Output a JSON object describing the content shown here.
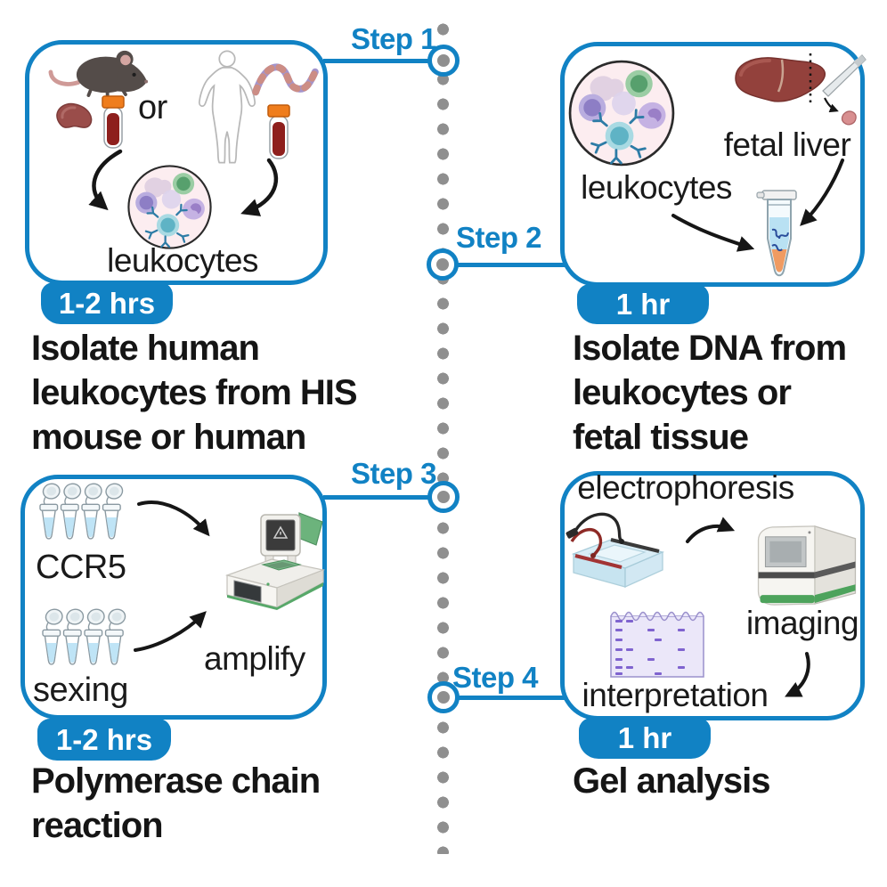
{
  "colors": {
    "accent": "#1182c4",
    "timeline_dot": "#8f8f8f",
    "title_text": "#151515"
  },
  "steps": [
    {
      "label": "Step 1",
      "duration": "1-2 hrs",
      "title_lines": [
        "Isolate human",
        "leukocytes from HIS",
        "mouse or human"
      ],
      "labels": {
        "or": "or",
        "leukocytes": "leukocytes"
      },
      "icons": [
        "mouse-icon",
        "spleen-icon",
        "blood-tube-icon",
        "human-silhouette-icon",
        "dna-strand-icon",
        "blood-tube-icon",
        "curved-arrow-icon",
        "curved-arrow-icon",
        "leukocytes-circle-icon"
      ]
    },
    {
      "label": "Step 2",
      "duration": "1 hr",
      "title_lines": [
        "Isolate DNA from",
        "leukocytes or",
        "fetal tissue"
      ],
      "labels": {
        "leukocytes": "leukocytes",
        "fetal_liver": "fetal liver"
      },
      "icons": [
        "leukocytes-circle-icon",
        "fetal-liver-biopsy-icon",
        "scalpel-icon",
        "microtube-dna-icon",
        "arrow-icon",
        "arrow-icon"
      ]
    },
    {
      "label": "Step 3",
      "duration": "1-2 hrs",
      "title_lines": [
        "Polymerase chain",
        "reaction"
      ],
      "labels": {
        "ccr5": "CCR5",
        "sexing": "sexing",
        "amplify": "amplify"
      },
      "icons": [
        "pcr-strip-tubes-icon",
        "pcr-strip-tubes-icon",
        "curved-arrow-icon",
        "curved-arrow-icon",
        "thermocycler-icon"
      ]
    },
    {
      "label": "Step 4",
      "duration": "1 hr",
      "title_lines": [
        "Gel analysis"
      ],
      "labels": {
        "electrophoresis": "electrophoresis",
        "imaging": "imaging",
        "interpretation": "interpretation"
      },
      "icons": [
        "gel-electrophoresis-tank-icon",
        "gel-imager-icon",
        "gel-bands-sheet-icon",
        "curved-arrow-icon",
        "curved-arrow-icon"
      ]
    }
  ]
}
